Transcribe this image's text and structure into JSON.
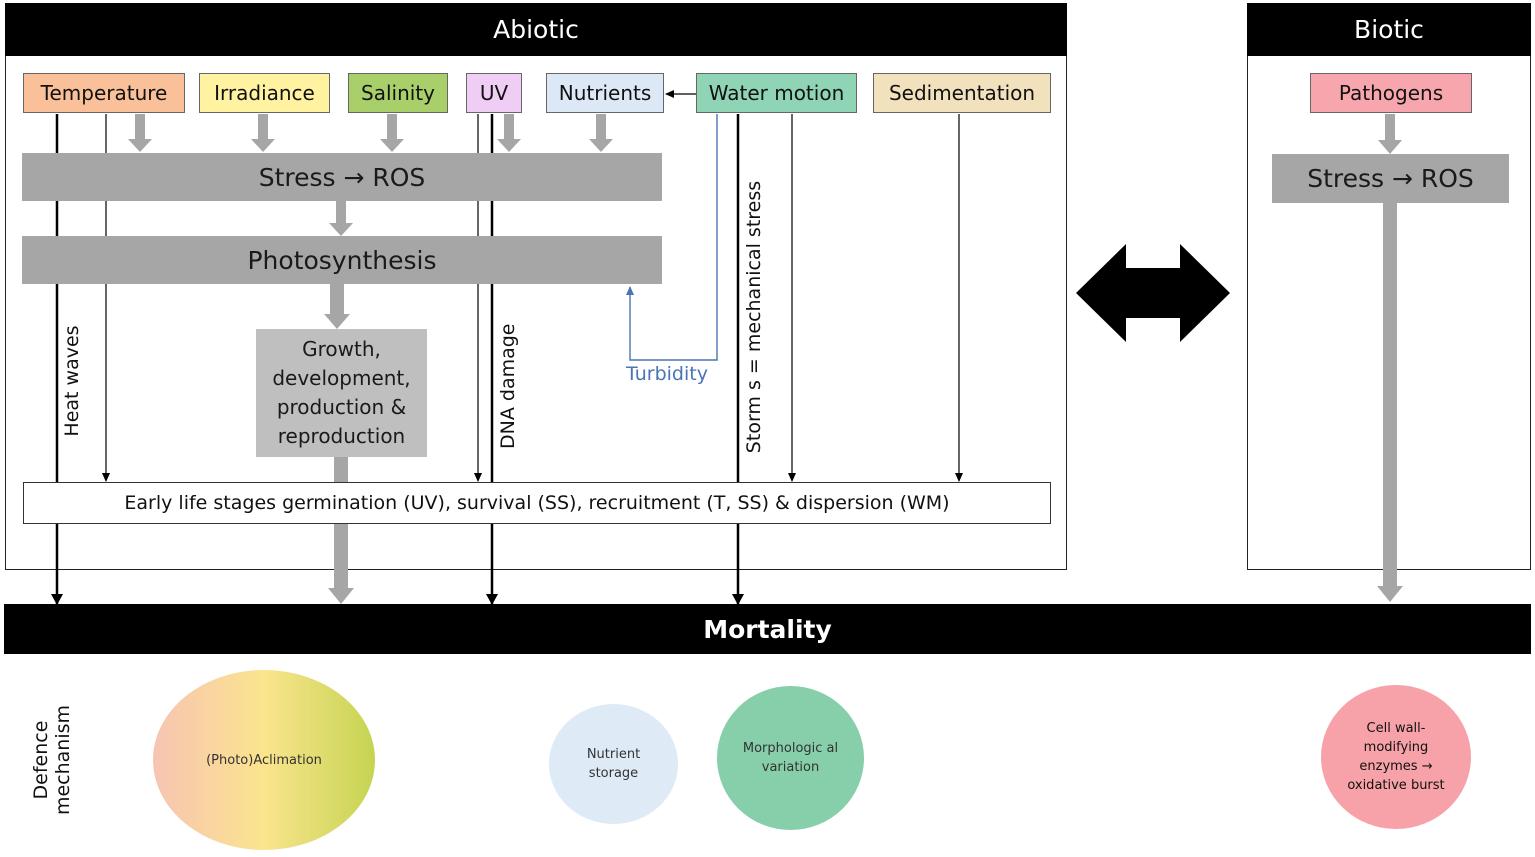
{
  "abiotic": {
    "title": "Abiotic",
    "factors": [
      {
        "label": "Temperature",
        "color": "#f9c09a"
      },
      {
        "label": "Irradiance",
        "color": "#fff2a0"
      },
      {
        "label": "Salinity",
        "color": "#a9cf6a"
      },
      {
        "label": "UV",
        "color": "#f0cdf5"
      },
      {
        "label": "Nutrients",
        "color": "#dde8f6"
      },
      {
        "label": "Water motion",
        "color": "#8fd4b5"
      },
      {
        "label": "Sedimentation",
        "color": "#f1e1bd"
      }
    ],
    "stress_ros": "Stress → ROS",
    "photosynthesis": "Photosynthesis",
    "growth": [
      "Growth,",
      "development,",
      "production &",
      "reproduction"
    ],
    "heat_waves": "Heat waves",
    "dna_damage": "DNA damage",
    "turbidity": "Turbidity",
    "storms": "Storm s = mechanical stress",
    "early_life": "Early life stages germination (UV), survival (SS), recruitment (T, SS) & dispersion (WM)"
  },
  "biotic": {
    "title": "Biotic",
    "factor": {
      "label": "Pathogens",
      "color": "#f8a6ae"
    },
    "stress_ros": "Stress → ROS"
  },
  "interaction_icon": "double-headed-arrow-icon",
  "mortality": "Mortality",
  "defence": {
    "label_line1": "Defence",
    "label_line2": "mechanism",
    "items": [
      {
        "label": "(Photo)Aclimation"
      },
      {
        "label": "Nutrient storage"
      },
      {
        "label": "Morphologic al variation"
      },
      {
        "label": "Cell wall-modifying enzymes → oxidative burst"
      }
    ]
  },
  "colors": {
    "grey_arrow": "#a6a6a6",
    "turbidity_line": "#4a74b4",
    "header_bg": "#000000",
    "circle_morph": "#86cfaa",
    "circle_nutrient": "#deebf7",
    "circle_pathogen": "#f7a1a8"
  }
}
